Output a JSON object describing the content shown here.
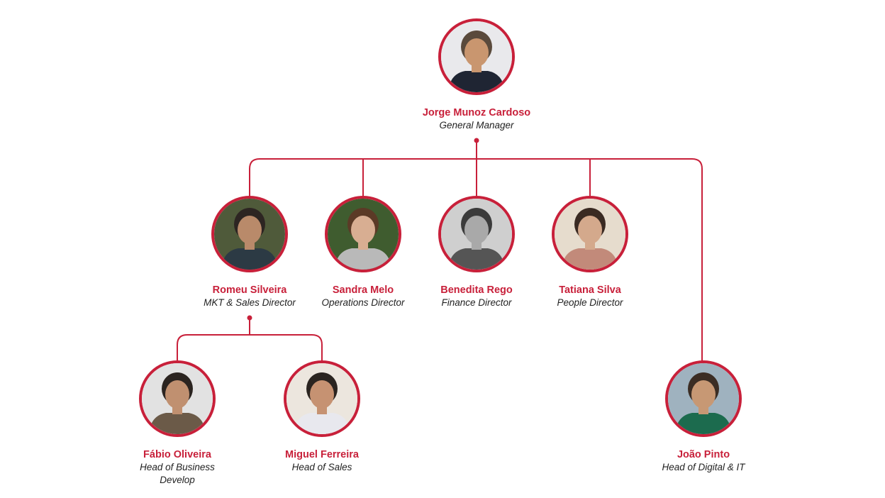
{
  "colors": {
    "accent": "#c8203a",
    "role_text": "#222222",
    "background": "#ffffff"
  },
  "nodes": {
    "gm": {
      "name": "Jorge Munoz Cardoso",
      "role": "General Manager",
      "icon": "person-photo",
      "bg": "#e9e9ec",
      "skin": "#c9966f",
      "hair": "#5a4a3c",
      "shirt": "#1f2533"
    },
    "romeu": {
      "name": "Romeu Silveira",
      "role": "MKT & Sales Director",
      "icon": "person-photo",
      "bg": "#4f5a3a",
      "skin": "#b98a6a",
      "hair": "#2d2522",
      "shirt": "#2c3a44"
    },
    "sandra": {
      "name": "Sandra Melo",
      "role": "Operations Director",
      "icon": "person-photo",
      "bg": "#3f5c2f",
      "skin": "#d8ae92",
      "hair": "#5b3a26",
      "shirt": "#b9b9b9"
    },
    "benedita": {
      "name": "Benedita Rego",
      "role": "Finance Director",
      "icon": "person-photo",
      "bg": "#cfcfcf",
      "skin": "#a9a9a9",
      "hair": "#3b3b3b",
      "shirt": "#555555"
    },
    "tatiana": {
      "name": "Tatiana Silva",
      "role": "People Director",
      "icon": "person-photo",
      "bg": "#e6dccd",
      "skin": "#d4a98c",
      "hair": "#3a2a22",
      "shirt": "#c28a7a"
    },
    "fabio": {
      "name": "Fábio Oliveira",
      "role": "Head of Business Develop",
      "icon": "person-photo",
      "bg": "#e2e2e2",
      "skin": "#c09070",
      "hair": "#2b2420",
      "shirt": "#6b5a48"
    },
    "miguel": {
      "name": "Miguel Ferreira",
      "role": "Head of Sales",
      "icon": "person-photo",
      "bg": "#ece6de",
      "skin": "#c69272",
      "hair": "#2a2420",
      "shirt": "#e8e8ee"
    },
    "joao": {
      "name": "João Pinto",
      "role": "Head of Digital & IT",
      "icon": "person-photo",
      "bg": "#9fb2bf",
      "skin": "#c79874",
      "hair": "#3b2d24",
      "shirt": "#1c6b4e"
    }
  }
}
